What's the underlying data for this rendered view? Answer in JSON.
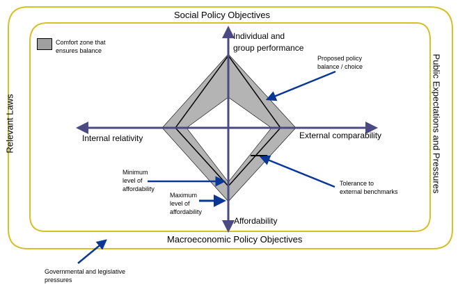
{
  "diagram": {
    "outer_frame": {
      "top_label": "Social Policy Objectives",
      "bottom_label": "Macroeconomic Policy Objectives",
      "left_label": "Relevant Laws",
      "right_label": "Public Expectations and Pressures"
    },
    "legend": {
      "swatch_label_line1": "Comfort zone that",
      "swatch_label_line2": "ensures balance"
    },
    "axes": {
      "up": {
        "line1": "Individual and",
        "line2": "group performance"
      },
      "left": "Internal relativity",
      "right": "External comparability",
      "down": "Affordability"
    },
    "annotations": {
      "proposed_policy": {
        "line1": "Proposed policy",
        "line2": "balance / choice"
      },
      "tolerance": {
        "line1": "Tolerance to",
        "line2": "external benchmarks"
      },
      "minimum": {
        "line1": "Minimum",
        "line2": "level of",
        "line3": "affordability"
      },
      "maximum": {
        "line1": "Maximum",
        "line2": "level of",
        "line3": "affordability"
      },
      "governmental": {
        "line1": "Governmental and legislative",
        "line2": "pressures"
      }
    },
    "colors": {
      "frame": "#d4c12a",
      "axis": "#4b4a82",
      "comfort_zone": "#b4b4b4",
      "legend_swatch": "#a0a0a0",
      "arrow": "#0a3796"
    }
  }
}
